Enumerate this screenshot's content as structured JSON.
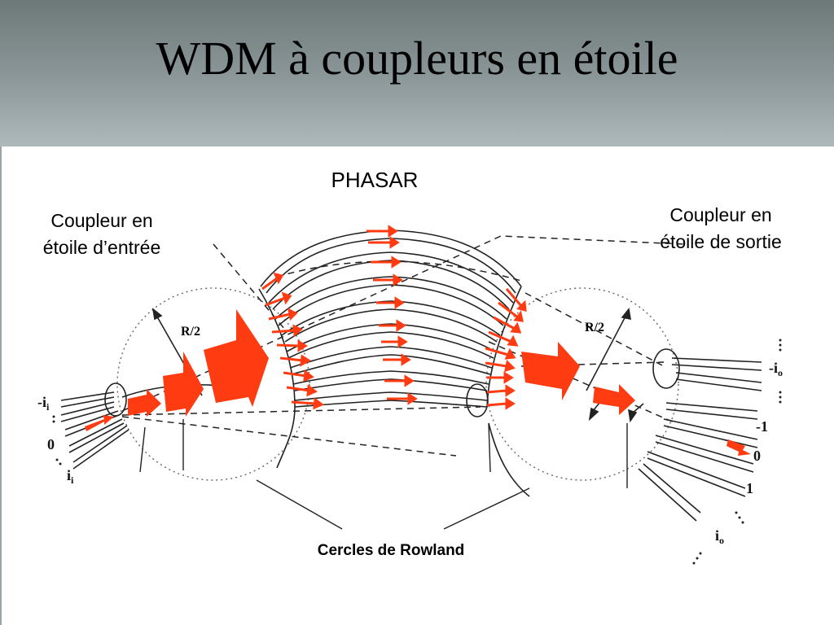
{
  "slide": {
    "title": "WDM à coupleurs en étoile"
  },
  "diagram": {
    "phasar_label": "PHASAR",
    "input_coupler_label": [
      "Coupleur en",
      "étoile d’entrée"
    ],
    "output_coupler_label": [
      "Coupleur en",
      "étoile de sortie"
    ],
    "rowland_label": "Cercles de Rowland",
    "radius_label": "R/2",
    "input_ports": [
      "-i",
      "0",
      "i"
    ],
    "input_port_subscript": "i",
    "output_ports": [
      "-i",
      "-1",
      "0",
      "1",
      "i"
    ],
    "output_port_subscript": "o",
    "colors": {
      "arrow": "#ff3b12",
      "line": "#222222",
      "header": "#8a9597"
    }
  }
}
